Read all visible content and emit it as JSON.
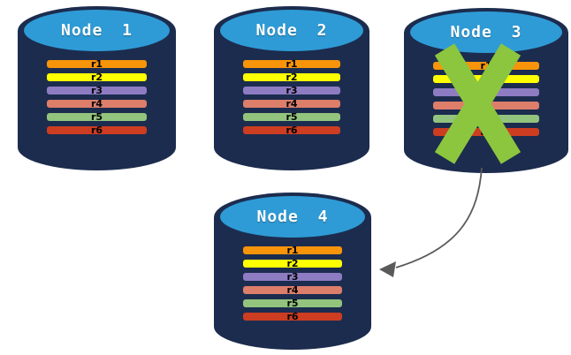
{
  "diagram": {
    "description": "Replicated database cluster: Node 3 fails and its replicas are recovered onto Node 4"
  },
  "colors": {
    "cylinder_body": "#1c2c4e",
    "cylinder_top": "#2e9bd6",
    "title_text": "#ffffff",
    "bar_border": "#1c2c4e",
    "bar_text": "#000000",
    "failure_x": "#8cc63e",
    "arrow": "#5a5a5a"
  },
  "nodes": [
    {
      "title": "Node 1",
      "status": "active"
    },
    {
      "title": "Node 2",
      "status": "active"
    },
    {
      "title": "Node 3",
      "status": "failed"
    },
    {
      "title": "Node 4",
      "status": "active"
    }
  ],
  "replicas": [
    {
      "label": "r1",
      "color": "#f7940a"
    },
    {
      "label": "r2",
      "color": "#ffff00"
    },
    {
      "label": "r3",
      "color": "#8e7cc3"
    },
    {
      "label": "r4",
      "color": "#dd7e6b"
    },
    {
      "label": "r5",
      "color": "#93c47d"
    },
    {
      "label": "r6",
      "color": "#cc3d21"
    }
  ],
  "icons": {
    "failure": "x-cross-icon",
    "recovery": "curved-arrow-icon"
  }
}
